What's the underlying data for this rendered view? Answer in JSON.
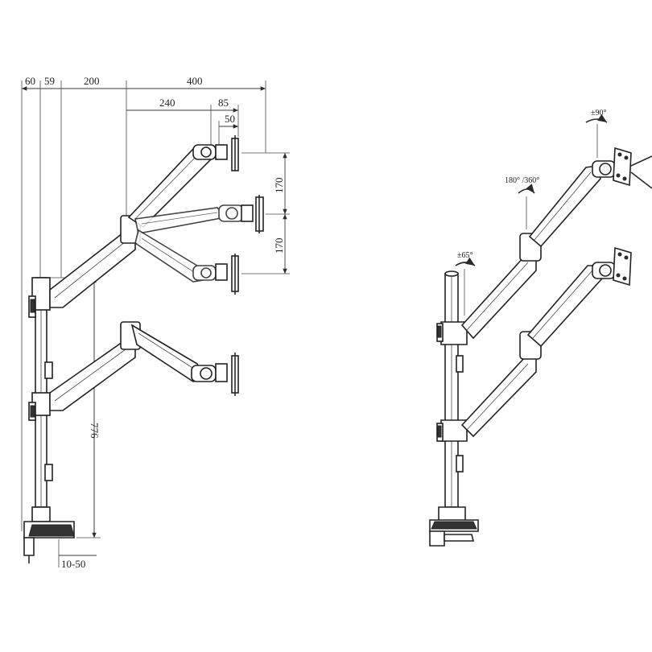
{
  "dimensions": {
    "d60": "60",
    "d59": "59",
    "d200": "200",
    "d400": "400",
    "d240": "240",
    "d85": "85",
    "d50": "50",
    "d170a": "170",
    "d170b": "170",
    "d776": "776",
    "d1050": "10-50"
  },
  "rotations": {
    "tilt": "±90°",
    "swivel": "180° /360°",
    "pole": "±65°"
  }
}
